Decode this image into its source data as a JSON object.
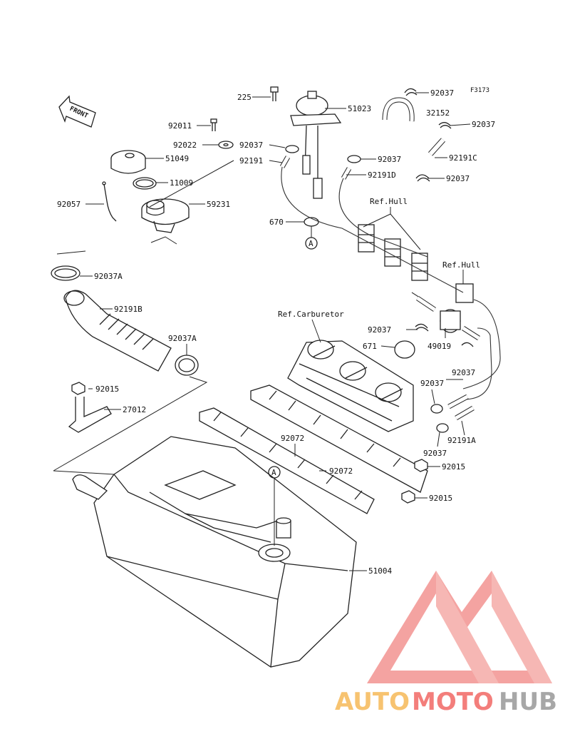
{
  "figure_code": "F3173",
  "front_arrow_text": "FRONT",
  "callout_letter": "A",
  "refs": {
    "hull_1": "Ref.Hull",
    "hull_2": "Ref.Hull",
    "carburetor": "Ref.Carburetor"
  },
  "parts": [
    {
      "id": "225",
      "text": "225"
    },
    {
      "id": "51023",
      "text": "51023"
    },
    {
      "id": "92037_a",
      "text": "92037"
    },
    {
      "id": "32152",
      "text": "32152"
    },
    {
      "id": "92037_b",
      "text": "92037"
    },
    {
      "id": "92011",
      "text": "92011"
    },
    {
      "id": "92022",
      "text": "92022"
    },
    {
      "id": "51049",
      "text": "51049"
    },
    {
      "id": "92037_c",
      "text": "92037"
    },
    {
      "id": "92191",
      "text": "92191"
    },
    {
      "id": "92037_d",
      "text": "92037"
    },
    {
      "id": "92191C",
      "text": "92191C"
    },
    {
      "id": "92191D",
      "text": "92191D"
    },
    {
      "id": "92037_e",
      "text": "92037"
    },
    {
      "id": "11009",
      "text": "11009"
    },
    {
      "id": "92057",
      "text": "92057"
    },
    {
      "id": "59231",
      "text": "59231"
    },
    {
      "id": "670",
      "text": "670"
    },
    {
      "id": "92037A_a",
      "text": "92037A"
    },
    {
      "id": "92191B",
      "text": "92191B"
    },
    {
      "id": "92037_f",
      "text": "92037"
    },
    {
      "id": "671",
      "text": "671"
    },
    {
      "id": "49019",
      "text": "49019"
    },
    {
      "id": "92037A_b",
      "text": "92037A"
    },
    {
      "id": "92037_g",
      "text": "92037"
    },
    {
      "id": "92037_h",
      "text": "92037"
    },
    {
      "id": "92015_a",
      "text": "92015"
    },
    {
      "id": "27012",
      "text": "27012"
    },
    {
      "id": "92191A",
      "text": "92191A"
    },
    {
      "id": "92037_i",
      "text": "92037"
    },
    {
      "id": "92072_a",
      "text": "92072"
    },
    {
      "id": "92072_b",
      "text": "92072"
    },
    {
      "id": "92015_b",
      "text": "92015"
    },
    {
      "id": "92015_c",
      "text": "92015"
    },
    {
      "id": "51004",
      "text": "51004"
    }
  ],
  "watermark": {
    "text_part1": "AUTO",
    "text_part2": "MOTO",
    "text_part3": "HUB",
    "color_orange": "#f5b041",
    "color_red": "#ef5350",
    "color_gray": "#8a8a8a"
  }
}
